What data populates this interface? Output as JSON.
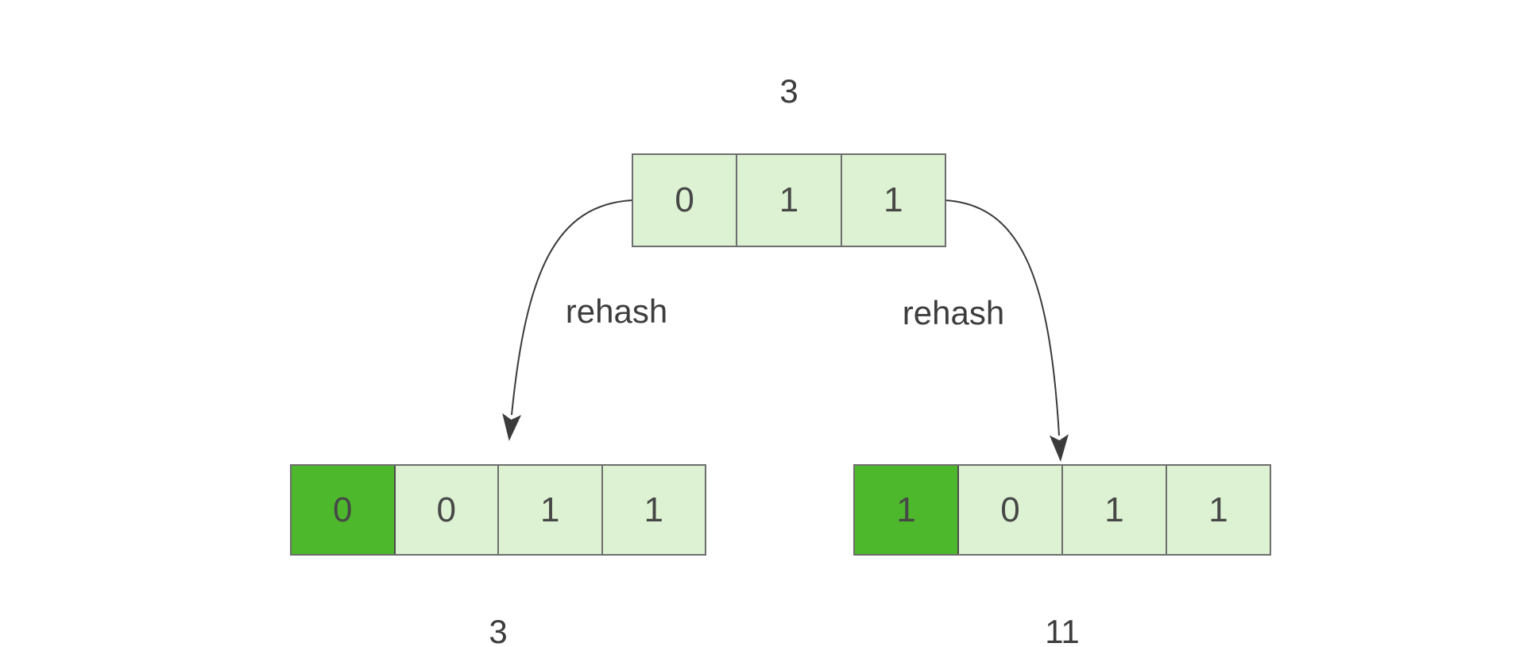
{
  "title": "rehash-diagram",
  "colors": {
    "background": "#ffffff",
    "cell_fill": "#ddf2d2",
    "cell_fill_highlight": "#4eb82d",
    "cell_border": "#6e6e6e",
    "cell_border_highlight": "#4a4a4a",
    "digit_text": "#474747",
    "label_text": "#3d3d3d",
    "arrow": "#3b3b3b"
  },
  "top_array": {
    "label": "3",
    "cells": [
      {
        "value": "0",
        "highlight": false
      },
      {
        "value": "1",
        "highlight": false
      },
      {
        "value": "1",
        "highlight": false
      }
    ]
  },
  "left_array": {
    "label": "3",
    "cells": [
      {
        "value": "0",
        "highlight": true
      },
      {
        "value": "0",
        "highlight": false
      },
      {
        "value": "1",
        "highlight": false
      },
      {
        "value": "1",
        "highlight": false
      }
    ]
  },
  "right_array": {
    "label": "11",
    "cells": [
      {
        "value": "1",
        "highlight": true
      },
      {
        "value": "0",
        "highlight": false
      },
      {
        "value": "1",
        "highlight": false
      },
      {
        "value": "1",
        "highlight": false
      }
    ]
  },
  "arrow_labels": {
    "left": "rehash",
    "right": "rehash"
  }
}
